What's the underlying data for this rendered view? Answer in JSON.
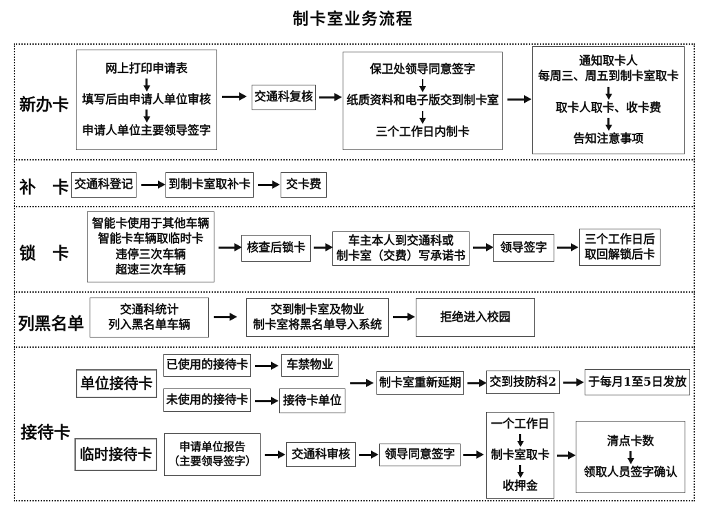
{
  "title": "制卡室业务流程",
  "colors": {
    "background": "#ffffff",
    "text": "#0f0f0f",
    "box_border": "#4d4d4d",
    "section_border_dotted": "#2b2b2b",
    "arrow": "#111111"
  },
  "sections": {
    "new_card": {
      "label": "新办卡",
      "apply_box": {
        "l1": "网上打印申请表",
        "l2": "填写后由申请人单位审核",
        "l3": "申请人单位主要领导签字"
      },
      "review_box": "交通科复核",
      "submit_box": {
        "l1": "保卫处领导同意签字",
        "l2": "纸质资料和电子版交到制卡室",
        "l3": "三个工作日内制卡"
      },
      "pickup_box": {
        "l1": "通知取卡人",
        "l2": "每周三、周五到制卡室取卡",
        "l3": "取卡人取卡、收卡费",
        "l4": "告知注意事项"
      }
    },
    "replace_card": {
      "label": "补　卡",
      "register_box": "交通科登记",
      "pickup_box": "到制卡室取补卡",
      "fee_box": "交卡费"
    },
    "lock_card": {
      "label": "锁　卡",
      "reasons_box": {
        "l1": "智能卡使用于其他车辆",
        "l2": "智能卡车辆取临时卡",
        "l3": "违停三次车辆",
        "l4": "超速三次车辆"
      },
      "verify_box": "核查后锁卡",
      "promise_box": {
        "l1": "车主本人到交通科或",
        "l2": "制卡室（交费）写承诺书"
      },
      "sign_box": "领导签字",
      "unlock_box": {
        "l1": "三个工作日后",
        "l2": "取回解锁后卡"
      }
    },
    "blacklist": {
      "label": "列黑名单",
      "stat_box": {
        "l1": "交通科统计",
        "l2": "列入黑名单车辆"
      },
      "import_box": {
        "l1": "交到制卡室及物业",
        "l2": "制卡室将黑名单导入系统"
      },
      "deny_box": "拒绝进入校园"
    },
    "reception": {
      "label": "接待卡",
      "unit": {
        "label": "单位接待卡",
        "used_box": "已使用的接待卡",
        "property_box": "车禁物业",
        "unused_box": "未使用的接待卡",
        "unit_box": "接待卡单位",
        "renew_box": "制卡室重新延期",
        "tech_box": "交到技防科2",
        "issue_box": "于每月1至5日发放"
      },
      "temp": {
        "label": "临时接待卡",
        "report_box": {
          "l1": "申请单位报告",
          "l2": "（主要领导签字）"
        },
        "review_box": "交通科审核",
        "sign_box": "领导同意签字",
        "pickup_box": {
          "l1": "一个工作日",
          "l2": "制卡室取卡",
          "l3": "收押金"
        },
        "confirm_box": {
          "l1": "清点卡数",
          "l2": "领取人员签字确认"
        }
      }
    }
  }
}
